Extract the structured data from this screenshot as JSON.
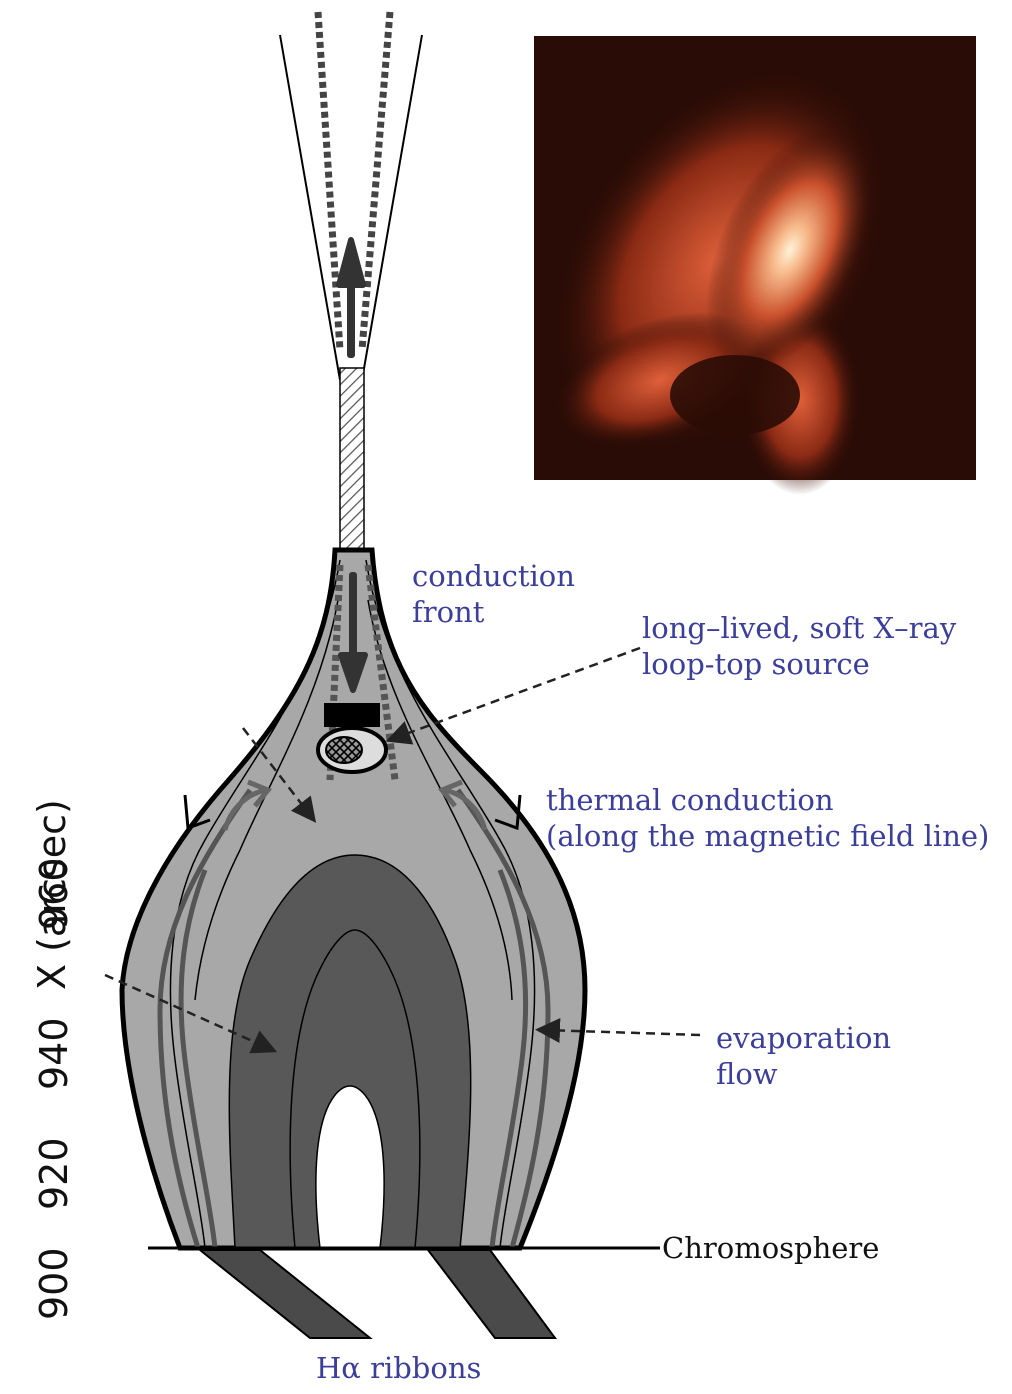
{
  "labels": {
    "conduction_front": [
      "conduction",
      "front"
    ],
    "loop_top_source": [
      "long–lived, soft X–ray",
      "loop-top source"
    ],
    "thermal_conduction": [
      "thermal conduction",
      "(along the magnetic field line)"
    ],
    "evaporation_flow": [
      "evaporation",
      "flow"
    ],
    "chromosphere": "Chromosphere",
    "ribbons": "Hα ribbons"
  },
  "side_axis": {
    "title": "X (arcsec)",
    "ticks": [
      "900",
      "920",
      "940",
      "960"
    ]
  },
  "colors": {
    "label_blue": "#3b3f9a",
    "outer_fill": "#a8a8a8",
    "inner_fill": "#585858",
    "ribbon_fill": "#4a4a4a",
    "inset_background": "#2a0c06",
    "inset_hot": "#fff2d8"
  }
}
